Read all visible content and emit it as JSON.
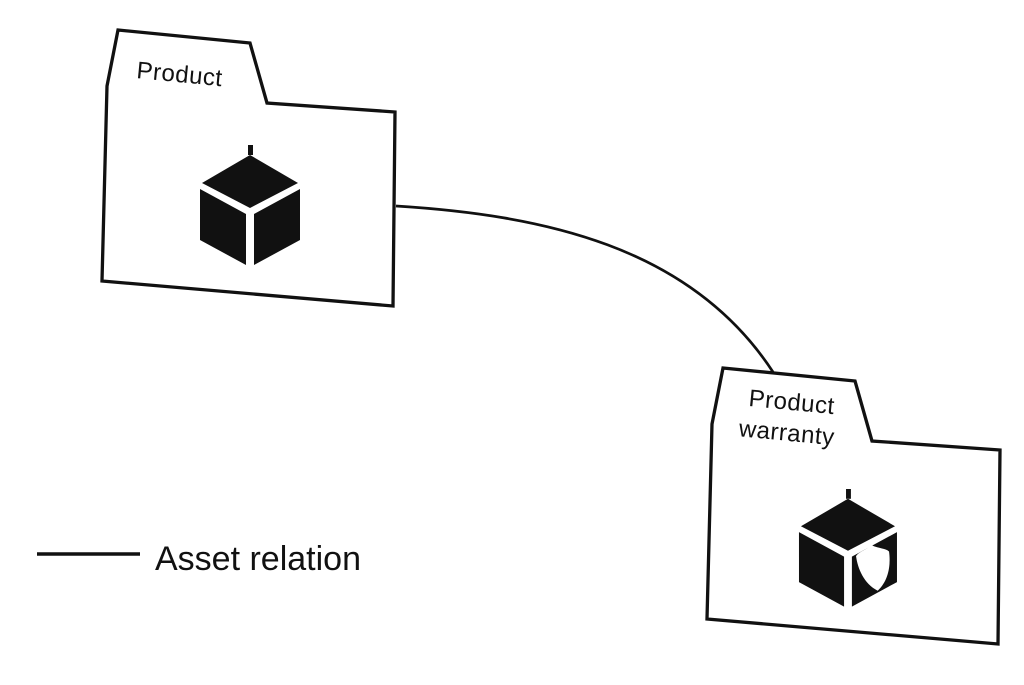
{
  "canvas": {
    "background": "#ffffff",
    "ink": "#111111"
  },
  "diagram": {
    "nodes": [
      {
        "id": "product",
        "label": "Product",
        "label_lines": [
          "Product"
        ],
        "shape": "folder",
        "icon": "cube-icon"
      },
      {
        "id": "product-warranty",
        "label": "Product warranty",
        "label_lines": [
          "Product",
          "warranty"
        ],
        "shape": "folder",
        "icon": "cube-shield-icon"
      }
    ],
    "edges": [
      {
        "from": "product",
        "to": "product-warranty",
        "relation": "Asset relation",
        "style": "curved-solid-line"
      }
    ],
    "legend": {
      "items": [
        {
          "symbol": "solid-line",
          "label": "Asset relation"
        }
      ]
    }
  }
}
